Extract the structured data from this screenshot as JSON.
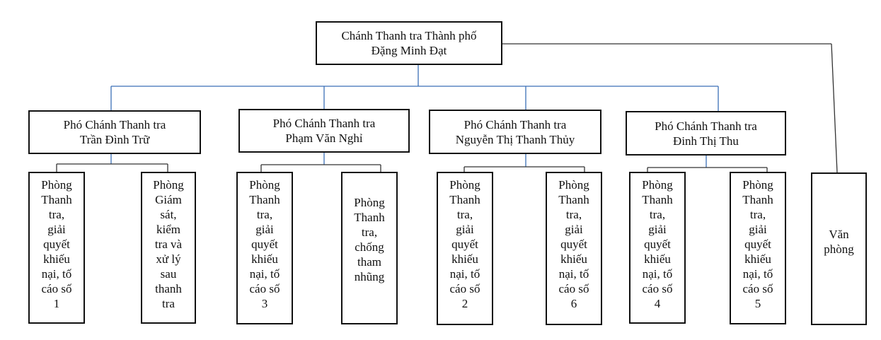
{
  "chief": {
    "title": "Chánh Thanh tra Thành phố",
    "name": "Đặng Minh Đạt"
  },
  "deputies": [
    {
      "title": "Phó Chánh Thanh tra",
      "name": "Trần Đình Trữ",
      "departments": [
        {
          "lines": [
            "Phòng",
            "Thanh",
            "tra,",
            "giải",
            "quyết",
            "khiếu",
            "nại, tố",
            "cáo số",
            "1"
          ]
        },
        {
          "lines": [
            "Phòng",
            "Giám",
            "sát,",
            "kiểm",
            "tra và",
            "xử lý",
            "sau",
            "thanh",
            "tra"
          ]
        }
      ]
    },
    {
      "title": "Phó Chánh Thanh tra",
      "name": "Phạm Văn Nghỉ",
      "departments": [
        {
          "lines": [
            "Phòng",
            "Thanh",
            "tra,",
            "giải",
            "quyết",
            "khiếu",
            "nại, tố",
            "cáo số",
            "3"
          ]
        },
        {
          "lines": [
            "Phòng",
            "Thanh",
            "tra,",
            "chống",
            "tham",
            "nhũng"
          ]
        }
      ]
    },
    {
      "title": "Phó Chánh Thanh tra",
      "name": "Nguyễn Thị Thanh Thủy",
      "departments": [
        {
          "lines": [
            "Phòng",
            "Thanh",
            "tra,",
            "giải",
            "quyết",
            "khiếu",
            "nại, tố",
            "cáo số",
            "2"
          ]
        },
        {
          "lines": [
            "Phòng",
            "Thanh",
            "tra,",
            "giải",
            "quyết",
            "khiếu",
            "nại, tố",
            "cáo số",
            "6"
          ]
        }
      ]
    },
    {
      "title": "Phó Chánh Thanh tra",
      "name": "Đinh Thị Thu",
      "departments": [
        {
          "lines": [
            "Phòng",
            "Thanh",
            "tra,",
            "giải",
            "quyết",
            "khiếu",
            "nại, tố",
            "cáo số",
            "4"
          ]
        },
        {
          "lines": [
            "Phòng",
            "Thanh",
            "tra,",
            "giải",
            "quyết",
            "khiếu",
            "nại, tố",
            "cáo số",
            "5"
          ]
        }
      ]
    }
  ],
  "office": {
    "lines": [
      "Văn",
      "phòng"
    ]
  },
  "colors": {
    "connector_blue": "#3b6fb6",
    "connector_dark": "#333333",
    "box_border": "#111111"
  }
}
